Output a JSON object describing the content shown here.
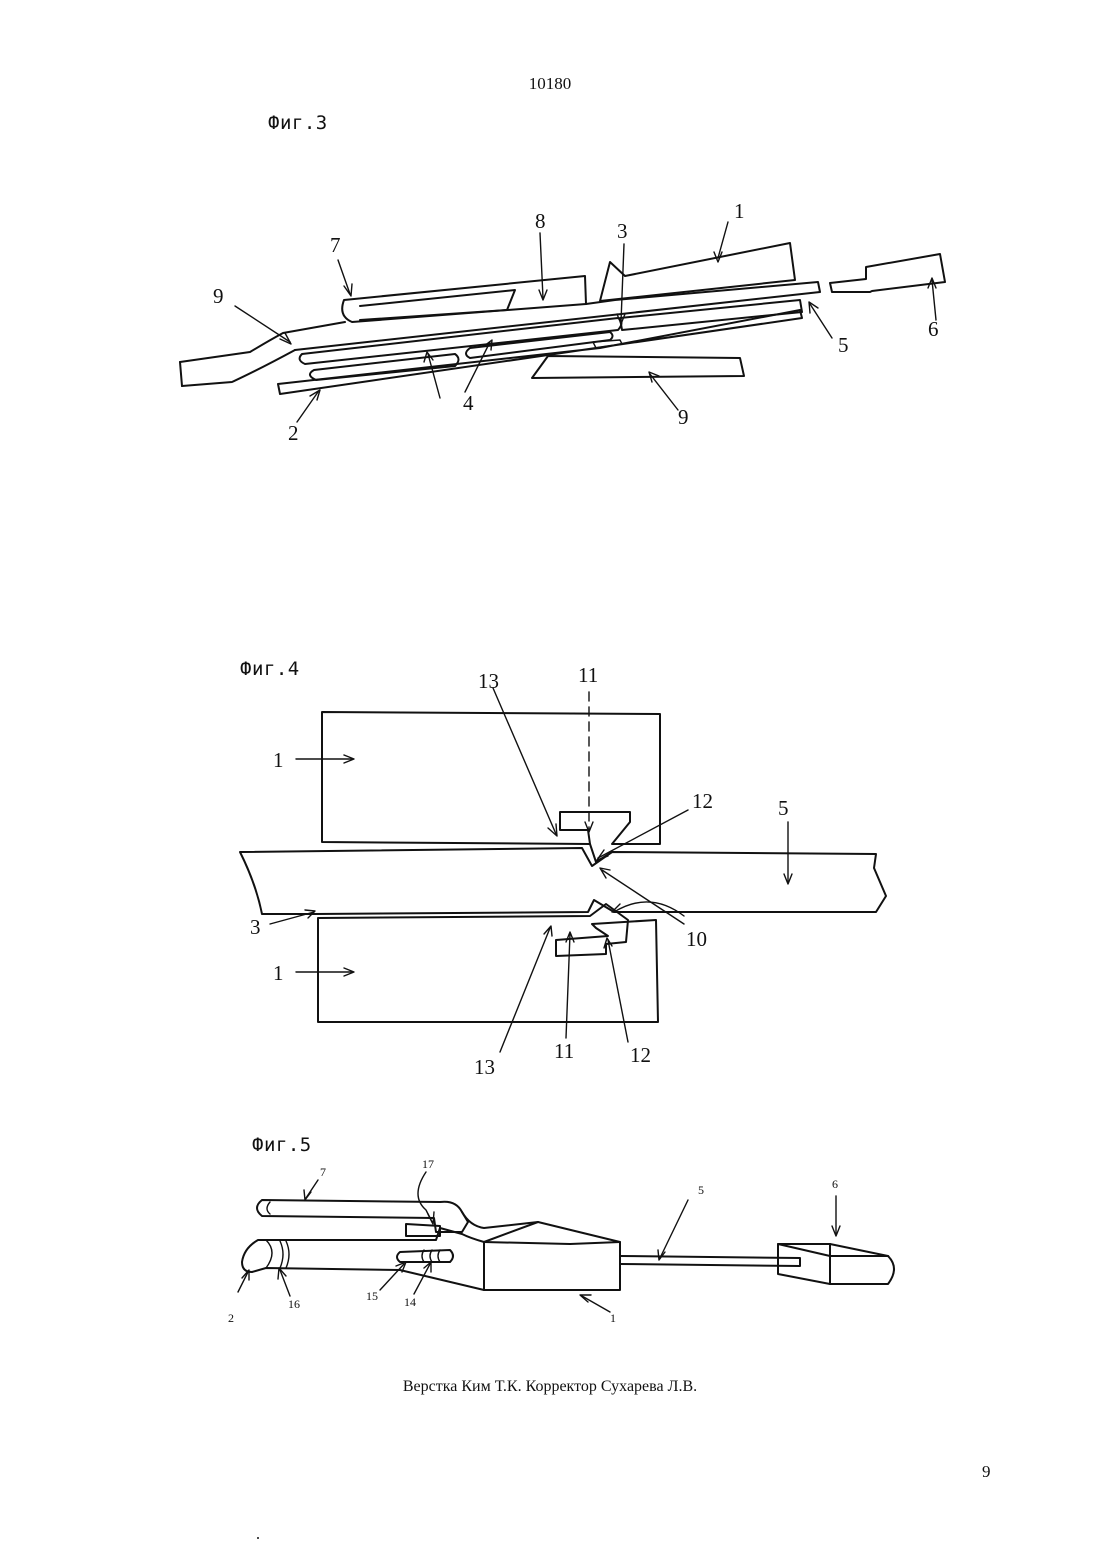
{
  "document": {
    "number": "10180",
    "page_number": "9",
    "footer": "Верстка Ким Т.К.   Корректор Сухарева Л.В."
  },
  "figures": [
    {
      "title": "Фиг.3",
      "labels": [
        "1",
        "2",
        "3",
        "4",
        "5",
        "6",
        "7",
        "8",
        "9",
        "9"
      ]
    },
    {
      "title": "Фиг.4",
      "labels": [
        "1",
        "1",
        "3",
        "5",
        "10",
        "11",
        "11",
        "12",
        "12",
        "13",
        "13"
      ]
    },
    {
      "title": "Фиг.5",
      "labels": [
        "1",
        "2",
        "5",
        "6",
        "7",
        "14",
        "15",
        "16",
        "17"
      ]
    }
  ]
}
